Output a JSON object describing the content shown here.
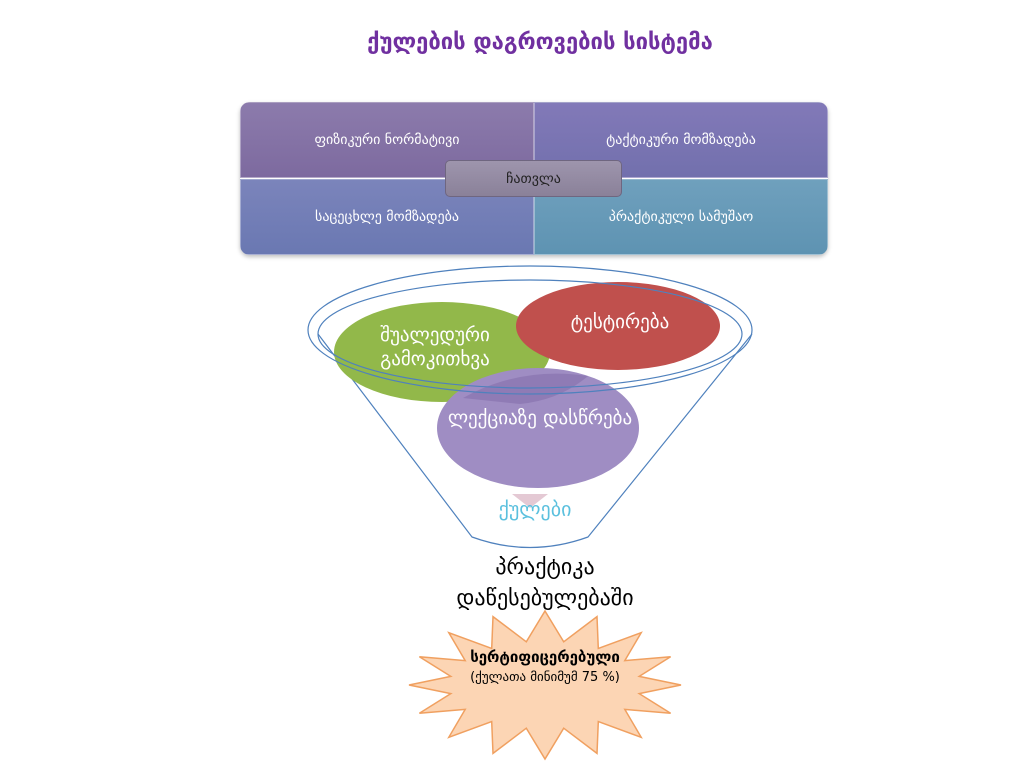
{
  "title": "ქულების დაგროვების სისტემა",
  "matrix": {
    "top_left": "ფიზიკური ნორმატივი",
    "top_right": "ტაქტიკური მომზადება",
    "bottom_left": "საცეცხლე მომზადება",
    "bottom_right": "პრაქტიკული სამუშაო",
    "center": "ჩათვლა"
  },
  "funnel": {
    "green": "შუალედური გამოკითხვა",
    "red": "ტესტირება",
    "purple": "ლექციაზე დასწრება",
    "label": "ქულები"
  },
  "practice": "პრაქტიკა დაწესებულებაში",
  "certificate": {
    "title": "სერტიფიცერებული",
    "subtitle": "(ქულათა მინიმუმ 75 %)"
  },
  "colors": {
    "title": "#7030a0",
    "green": "#92b84a",
    "red": "#c0504d",
    "purple": "#9f8dc3",
    "funnel_label": "#5bc0de",
    "star": "#fcd5b4"
  }
}
